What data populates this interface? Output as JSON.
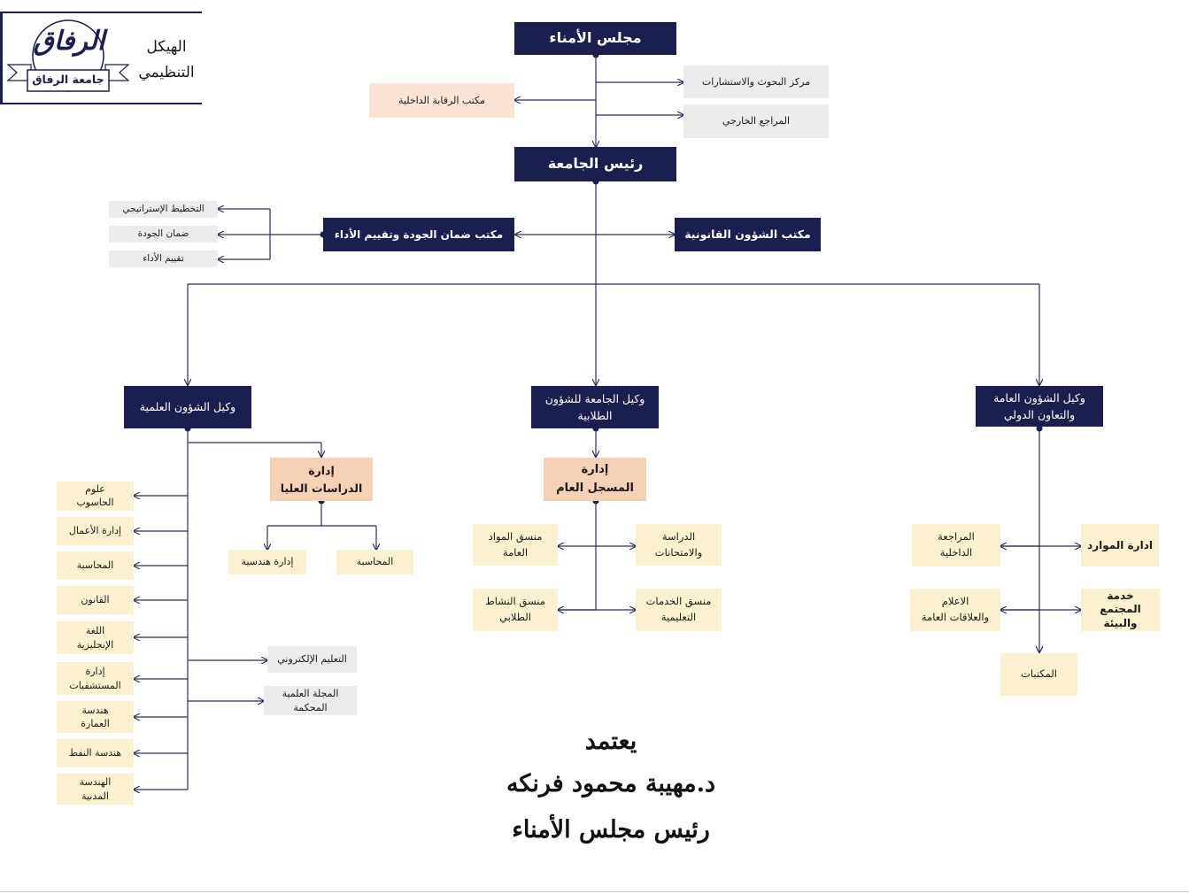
{
  "header": {
    "logo_main_text": "الرفاق",
    "logo_ribbon_text": "جامعة الرفاق",
    "title_line1": "الهيكل",
    "title_line2": "التنظيمي"
  },
  "colors": {
    "navy": "#1b1f4f",
    "cream": "#fcf1cf",
    "grey": "#ececee",
    "peach": "#f7d1b5",
    "peach_light": "#fbe4d6"
  },
  "top": {
    "board": "مجلس الأمناء",
    "research_center": "مركز البحوث والاستشارات",
    "external_auditor": "المراجع الخارجي",
    "internal_control": "مكتب الرقابة الداخلية",
    "president": "رئيس الجامعة",
    "legal_affairs": "مكتب الشؤون القانونية",
    "quality_office": "مكتب ضمان الجودة وتقييم الأداء",
    "quality_children": [
      "التخطيط الإستراتيجي",
      "ضمان الجودة",
      "تقييم الأداء"
    ]
  },
  "vp_scientific": {
    "title": "وكيل الشؤون العلمية",
    "grad_studies": [
      "إدارة",
      "الدراسات العليا"
    ],
    "grad_children": [
      "إدارة هندسية",
      "المحاسبة"
    ],
    "departments": [
      [
        "علوم",
        "الحاسوب"
      ],
      [
        "إدارة الأعمال"
      ],
      [
        "المحاسبة"
      ],
      [
        "القانون"
      ],
      [
        "اللغة",
        "الإنجليزية"
      ],
      [
        "إدارة",
        "المستشفيات"
      ],
      [
        "هندسة",
        "العمارة"
      ],
      [
        "هندسة النفط"
      ],
      [
        "الهندسة",
        "المدنية"
      ]
    ],
    "elearning": "التعليم الإلكتروني",
    "journal": [
      "المجلة العلمية",
      "المحكمة"
    ]
  },
  "vp_students": {
    "title": [
      "وكيل الجامعة للشؤون",
      "الطلابية"
    ],
    "registrar": [
      "إدارة",
      "المسجل العام"
    ],
    "children": {
      "general_subjects": [
        "منسق المواد",
        "العامة"
      ],
      "study_exams": [
        "الدراسة",
        "والامتحانات"
      ],
      "student_activity": [
        "منسق النشاط",
        "الطلابي"
      ],
      "educational_services": [
        "منسق الخدمات",
        "التعليمية"
      ]
    }
  },
  "vp_public": {
    "title": [
      "وكيل  الشؤون العامة",
      "والتعاون الدولي"
    ],
    "internal_audit": [
      "المراجعة",
      "الداخلية"
    ],
    "resources": "ادارة الموارد",
    "media": [
      "الاعلام",
      "والعلاقات العامة"
    ],
    "community": [
      "خدمة",
      "المجتمع",
      "والبيئة"
    ],
    "libraries": "المكتبات"
  },
  "approval": {
    "line1": "يعتمد",
    "line2": "د.مهيبة محمود فرنكه",
    "line3": "رئيس مجلس الأمناء"
  }
}
